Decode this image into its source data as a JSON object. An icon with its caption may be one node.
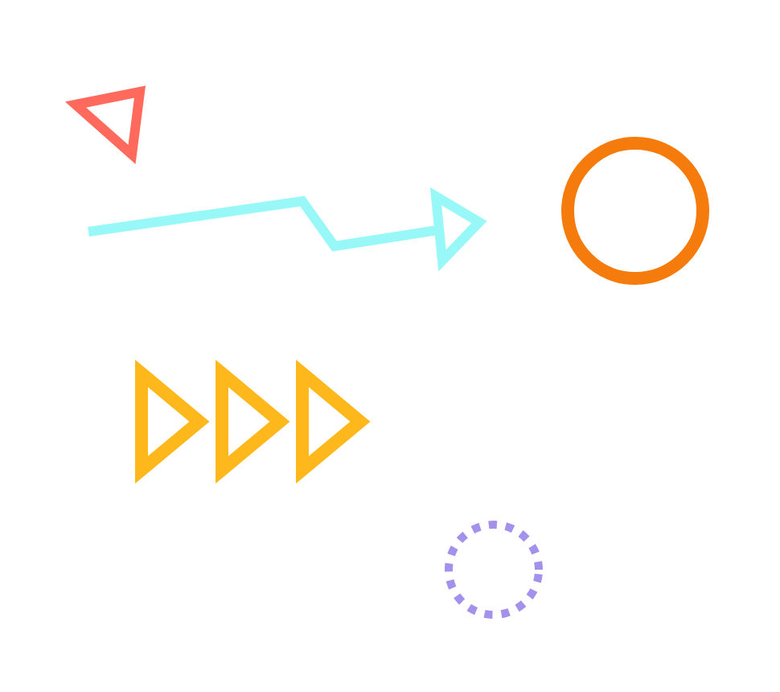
{
  "diagram": {
    "nodes": [
      {
        "text": [],
        "shape": "triangle"
      },
      {
        "text": [],
        "shape": "circle"
      },
      {
        "text": [],
        "shape": "triangle"
      },
      {
        "text": [],
        "shape": "triangle"
      },
      {
        "text": [],
        "shape": "triangle"
      },
      {
        "text": [],
        "shape": "circle"
      }
    ]
  }
}
